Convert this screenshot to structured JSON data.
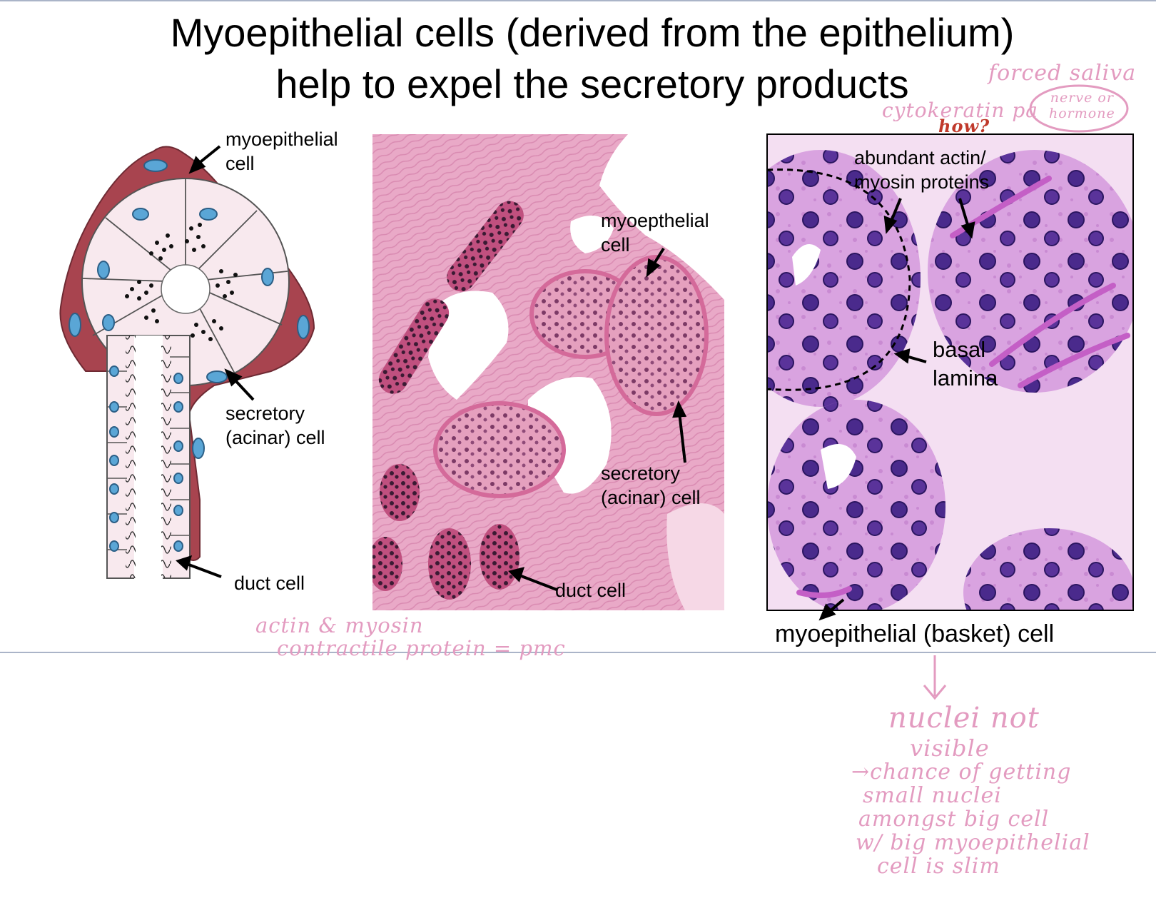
{
  "title": {
    "line1": "Myoepithelial cells (derived from the epithelium)",
    "line2": "help to expel the secretory products"
  },
  "diagram": {
    "myoepithelial_label": [
      "myoepithelial",
      "cell"
    ],
    "secretory_label": [
      "secretory",
      "(acinar) cell"
    ],
    "duct_label": "duct cell"
  },
  "micrograph_1": {
    "myoepithelial_label": [
      "myoepthelial",
      "cell"
    ],
    "secretory_label": [
      "secretory",
      "(acinar) cell"
    ],
    "duct_label": "duct cell"
  },
  "micrograph_2": {
    "actin_label": [
      "abundant actin/",
      "myosin proteins"
    ],
    "basal_label": [
      "basal",
      "lamina"
    ],
    "caption": "myoepithelial (basket) cell"
  },
  "handwritten": {
    "forced": "forced saliva",
    "cytokeratin": "cytokeratin pa",
    "how": "how?",
    "circled": [
      "nerve or",
      "hormone"
    ],
    "actin": [
      "actin & myosin",
      "contractile protein = pmc"
    ],
    "nuclei": [
      "nuclei not",
      "visible"
    ],
    "chance": [
      "→chance of getting",
      "small nuclei",
      "amongst big cell",
      "w/ big myoepithelial",
      "cell is slim"
    ]
  },
  "colors": {
    "myo_red": "#a8444f",
    "cell_pink": "#f8e9ee",
    "nucleus_blue": "#5aa6d6",
    "tissue_pink": "#e8a9c6",
    "he_purple": "#d98fd8",
    "ink_pink": "#e39bc0",
    "ink_red": "#c0392b"
  }
}
